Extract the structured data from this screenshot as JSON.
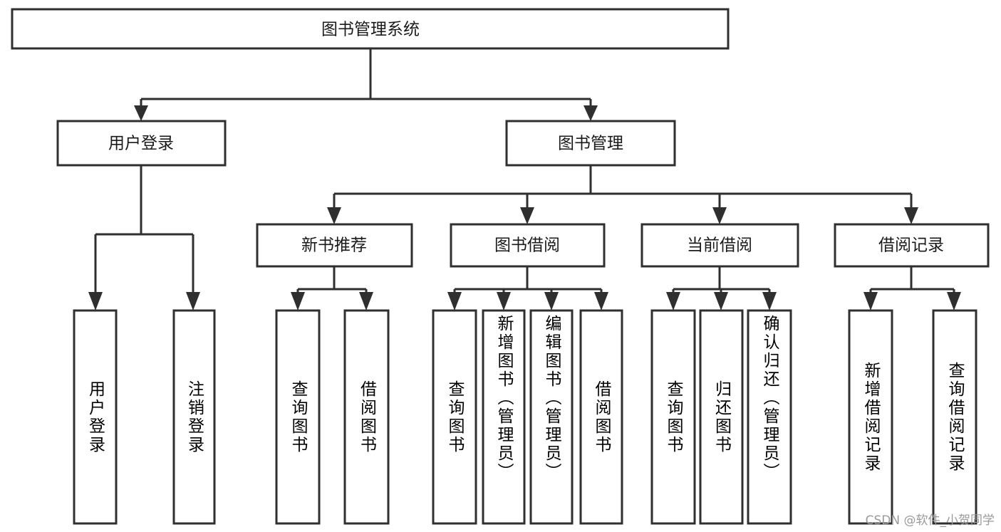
{
  "diagram": {
    "type": "tree-hierarchy",
    "title": "图书管理系统",
    "root": {
      "id": "root",
      "label": "图书管理系统"
    },
    "level2": [
      {
        "id": "user-login",
        "label": "用户登录"
      },
      {
        "id": "book-manage",
        "label": "图书管理"
      }
    ],
    "level3": [
      {
        "id": "new-book-recommend",
        "label": "新书推荐",
        "parent": "book-manage"
      },
      {
        "id": "book-borrow",
        "label": "图书借阅",
        "parent": "book-manage"
      },
      {
        "id": "current-borrow",
        "label": "当前借阅",
        "parent": "book-manage"
      },
      {
        "id": "borrow-record",
        "label": "借阅记录",
        "parent": "book-manage"
      }
    ],
    "leaves": [
      {
        "id": "leaf-user-login",
        "label": "用户登录",
        "parent": "user-login"
      },
      {
        "id": "leaf-logout-login",
        "label": "注销登录",
        "parent": "user-login"
      },
      {
        "id": "leaf-query-book-rec",
        "label": "查询图书",
        "parent": "new-book-recommend"
      },
      {
        "id": "leaf-borrow-book-rec",
        "label": "借阅图书",
        "parent": "new-book-recommend"
      },
      {
        "id": "leaf-query-book-borrow",
        "label": "查询图书",
        "parent": "book-borrow"
      },
      {
        "id": "leaf-add-book-admin",
        "label": "新增图书（管理员）",
        "parent": "book-borrow"
      },
      {
        "id": "leaf-edit-book-admin",
        "label": "编辑图书（管理员）",
        "parent": "book-borrow"
      },
      {
        "id": "leaf-borrow-book",
        "label": "借阅图书",
        "parent": "book-borrow"
      },
      {
        "id": "leaf-query-book-current",
        "label": "查询图书",
        "parent": "current-borrow"
      },
      {
        "id": "leaf-return-book",
        "label": "归还图书",
        "parent": "current-borrow"
      },
      {
        "id": "leaf-confirm-return-admin",
        "label": "确认归还（管理员）",
        "parent": "current-borrow"
      },
      {
        "id": "leaf-add-borrow-record",
        "label": "新增借阅记录",
        "parent": "borrow-record"
      },
      {
        "id": "leaf-query-borrow-record",
        "label": "查询借阅记录",
        "parent": "borrow-record"
      }
    ],
    "colors": {
      "stroke": "#2f2f2f",
      "fill": "#ffffff",
      "text": "#1a1a1a",
      "watermark": "#9a9a9a"
    }
  },
  "watermark": {
    "label": "CSDN @软件_小贺同学"
  }
}
